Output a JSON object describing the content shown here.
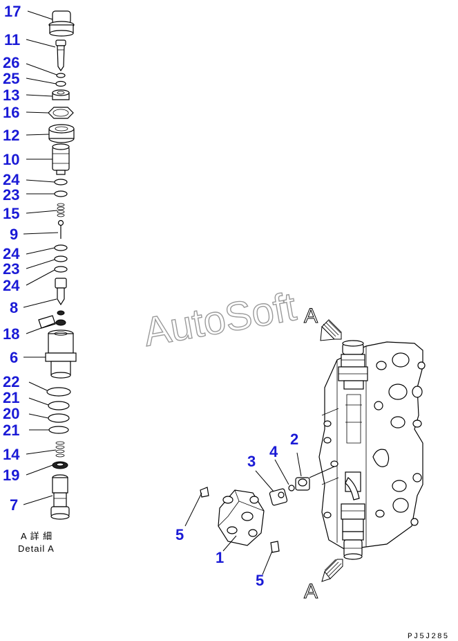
{
  "detail_callouts": [
    "17",
    "11",
    "26",
    "25",
    "13",
    "16",
    "12",
    "10",
    "24",
    "23",
    "15",
    "9",
    "24",
    "23",
    "24",
    "8",
    "18",
    "6",
    "22",
    "21",
    "20",
    "21",
    "14",
    "19",
    "7"
  ],
  "assembly_callouts": [
    "1",
    "2",
    "3",
    "4",
    "5",
    "5"
  ],
  "detail_caption_jp": "A 詳 細",
  "detail_caption_en": "Detail A",
  "watermark": "AutoSoft",
  "view_letter": "A",
  "reference_code": "PJ5J285",
  "colors": {
    "callout": "#1a1ad6",
    "line": "#000000",
    "watermark_stroke": "#9a9a9a"
  }
}
